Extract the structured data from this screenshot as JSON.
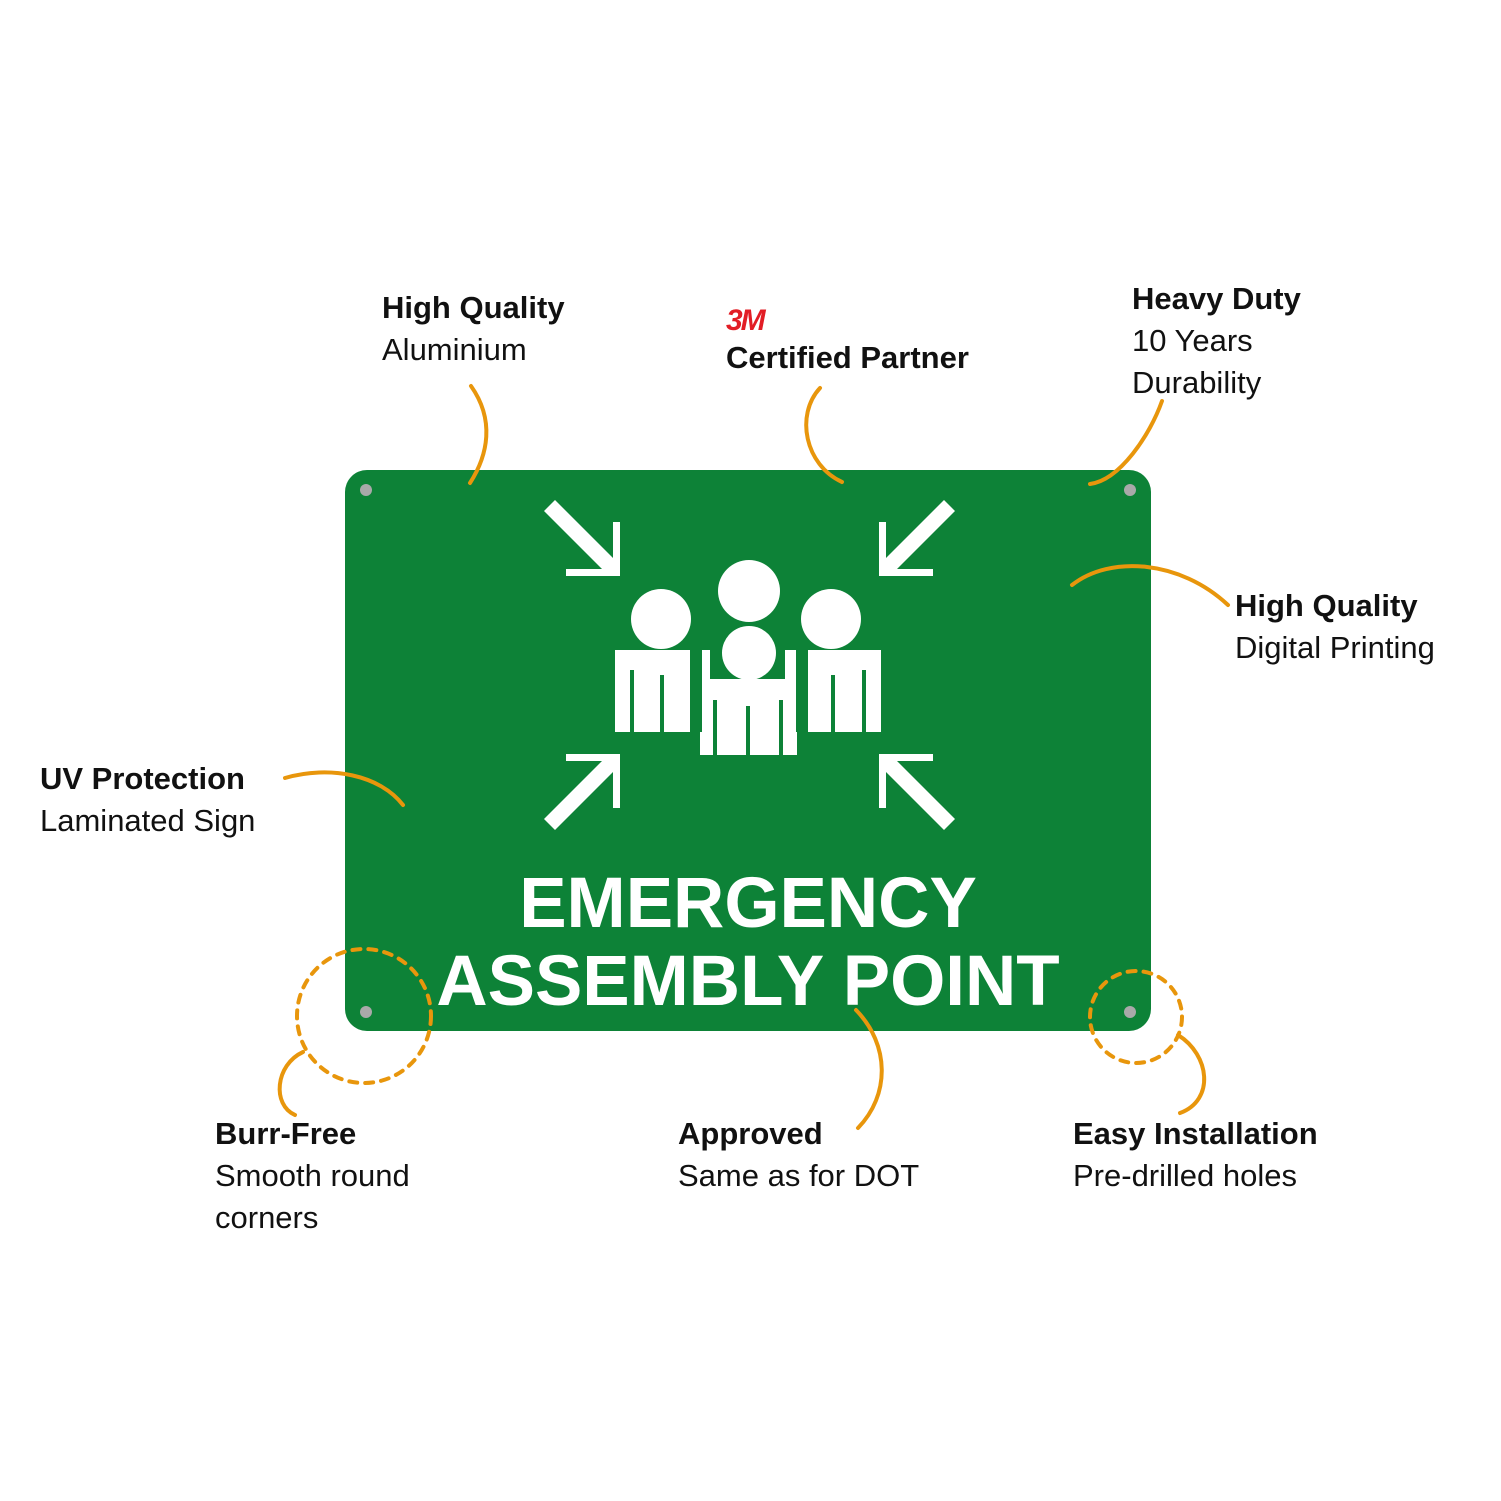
{
  "sign": {
    "line1": "EMERGENCY",
    "line2": "ASSEMBLY POINT",
    "background_color": "#0d8237",
    "text_color": "#ffffff",
    "icon": "assembly-point-icon"
  },
  "callout_color": "#e8960c",
  "callouts": {
    "top_left": {
      "title": "High Quality",
      "lines": [
        "Aluminium"
      ]
    },
    "top_center": {
      "brand": "3M",
      "title": "Certified Partner"
    },
    "top_right": {
      "title": "Heavy Duty",
      "lines": [
        "10 Years",
        "Durability"
      ]
    },
    "right": {
      "title": "High Quality",
      "lines": [
        "Digital Printing"
      ]
    },
    "left": {
      "title": "UV Protection",
      "lines": [
        "Laminated Sign"
      ]
    },
    "bottom_left": {
      "title": "Burr-Free",
      "lines": [
        "Smooth round",
        "corners"
      ]
    },
    "bottom_center": {
      "title": "Approved",
      "lines": [
        "Same as for DOT"
      ]
    },
    "bottom_right": {
      "title": "Easy Installation",
      "lines": [
        "Pre-drilled holes"
      ]
    }
  }
}
